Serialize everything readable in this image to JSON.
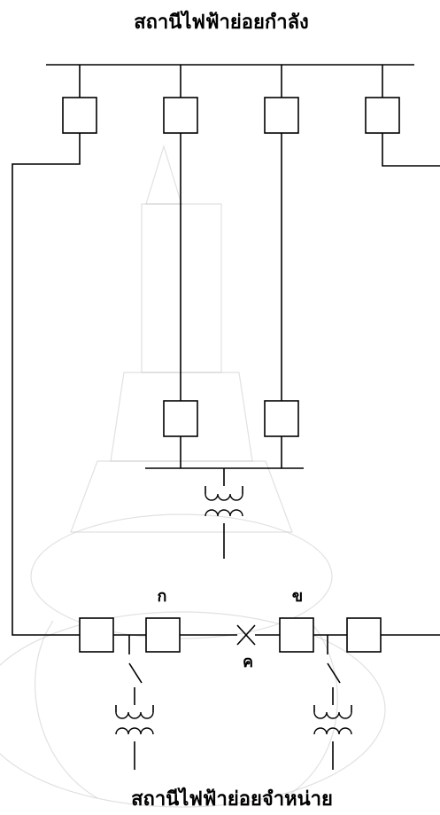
{
  "diagram": {
    "top_title": "สถานีไฟฟ้าย่อยกำลัง",
    "bottom_title": "สถานีไฟฟ้าย่อยจำหน่าย",
    "labels": {
      "breaker_k": "ก",
      "breaker_kh": "ข",
      "fault_point": "ค"
    },
    "watermark": "faint-royal-emblem"
  }
}
